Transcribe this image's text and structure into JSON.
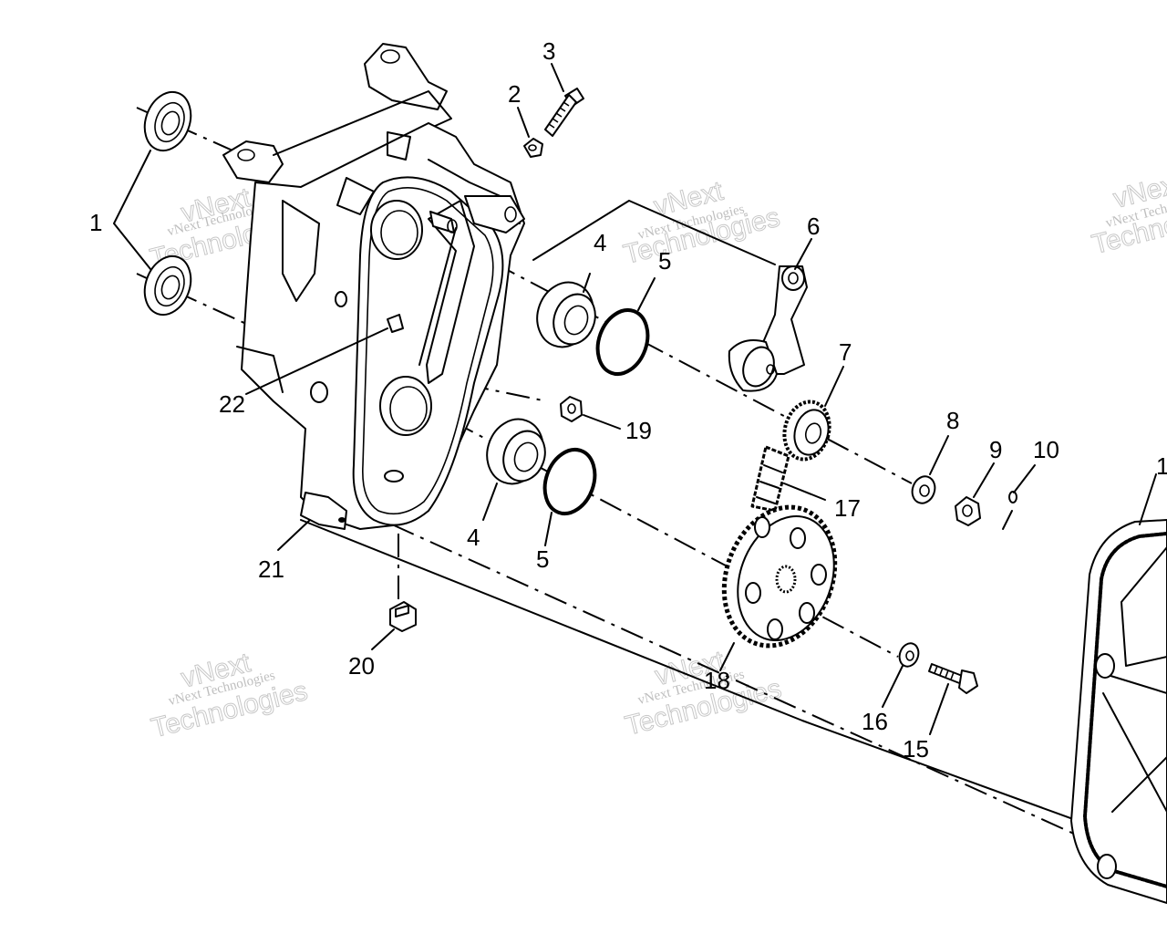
{
  "watermark": {
    "line1": "vNext",
    "line2": "Technologies",
    "small": "vNext Technologies"
  },
  "callouts": [
    {
      "id": "c1",
      "text": "1"
    },
    {
      "id": "c2",
      "text": "2"
    },
    {
      "id": "c3",
      "text": "3"
    },
    {
      "id": "c4a",
      "text": "4"
    },
    {
      "id": "c4b",
      "text": "4"
    },
    {
      "id": "c5a",
      "text": "5"
    },
    {
      "id": "c5b",
      "text": "5"
    },
    {
      "id": "c6",
      "text": "6"
    },
    {
      "id": "c7",
      "text": "7"
    },
    {
      "id": "c8",
      "text": "8"
    },
    {
      "id": "c9",
      "text": "9"
    },
    {
      "id": "c10",
      "text": "10"
    },
    {
      "id": "c11",
      "text": "1"
    },
    {
      "id": "c15",
      "text": "15"
    },
    {
      "id": "c16",
      "text": "16"
    },
    {
      "id": "c17",
      "text": "17"
    },
    {
      "id": "c18",
      "text": "18"
    },
    {
      "id": "c19",
      "text": "19"
    },
    {
      "id": "c20",
      "text": "20"
    },
    {
      "id": "c21",
      "text": "21"
    },
    {
      "id": "c22",
      "text": "22"
    }
  ]
}
